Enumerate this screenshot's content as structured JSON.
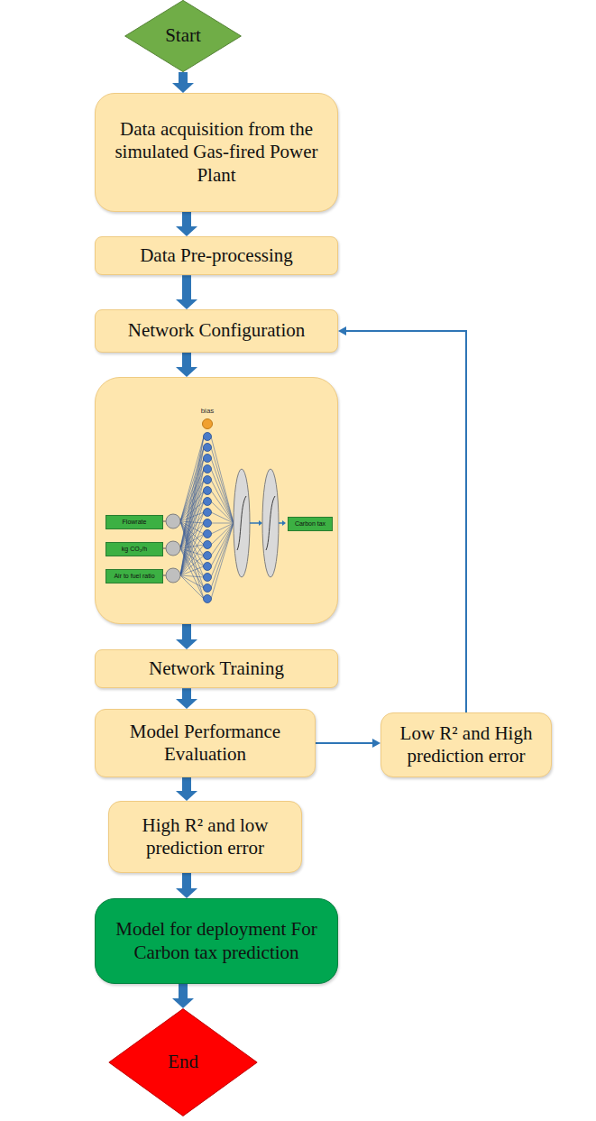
{
  "diagram": {
    "nodes": [
      {
        "text": [
          "Start"
        ]
      },
      {
        "text": [
          "Data acquisition from the simulated Gas-fired Power Plant"
        ]
      },
      {
        "text": [
          "Data Pre-processing"
        ]
      },
      {
        "text": [
          "Network Configuration"
        ]
      },
      {
        "text": []
      },
      {
        "text": [
          "Flowrate"
        ],
        "in": 4
      },
      {
        "text": [
          "kg CO₂/h"
        ],
        "in": 4
      },
      {
        "text": [
          "Air to fuel ratio"
        ],
        "in": 4
      },
      {
        "text": [
          "Carbon tax"
        ],
        "in": 4
      },
      {
        "text": [
          "Network Training"
        ]
      },
      {
        "text": [
          "Model Performance Evaluation"
        ]
      },
      {
        "text": [
          "Low R² and High prediction error"
        ]
      },
      {
        "text": [
          "High R² and low prediction error"
        ]
      },
      {
        "text": [
          "Model for deployment For Carbon tax prediction"
        ]
      },
      {
        "text": [
          "End"
        ]
      }
    ],
    "edges": [
      {
        "from": 0,
        "to": 1,
        "arrow": "to"
      },
      {
        "from": 1,
        "to": 2,
        "arrow": "to"
      },
      {
        "from": 2,
        "to": 3,
        "arrow": "to"
      },
      {
        "from": 3,
        "to": 4,
        "arrow": "to"
      },
      {
        "from": 4,
        "to": 9,
        "arrow": "to"
      },
      {
        "from": 9,
        "to": 10,
        "arrow": "to"
      },
      {
        "from": 10,
        "to": 11,
        "arrow": "to"
      },
      {
        "from": 11,
        "to": 3,
        "arrow": "to"
      },
      {
        "from": 10,
        "to": 12,
        "arrow": "to"
      },
      {
        "from": 12,
        "to": 13,
        "arrow": "to"
      },
      {
        "from": 13,
        "to": 14,
        "arrow": "to"
      }
    ],
    "labels": [
      "bias"
    ]
  }
}
